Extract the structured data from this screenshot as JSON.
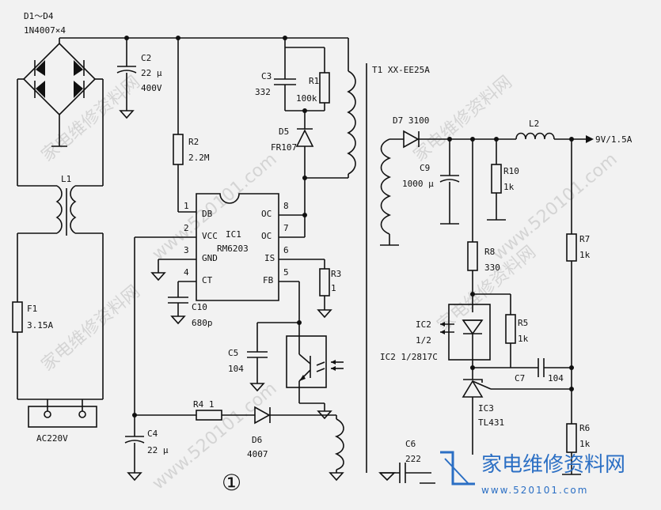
{
  "labels": {
    "diodes": "D1～D4",
    "diodes_part": "1N4007×4",
    "c2": "C2",
    "c2_val": "22 μ",
    "c2_volt": "400V",
    "c3": "C3",
    "c3_val": "332",
    "r1": "R1",
    "r1_val": "100k",
    "d5": "D5",
    "d5_part": "FR107",
    "transformer": "T1  XX-EE25A",
    "d7": "D7  3100",
    "l2": "L2",
    "output": "9V/1.5A",
    "c9": "C9",
    "c9_val": "1000 μ",
    "r10": "R10",
    "r10_val": "1k",
    "r2": "R2",
    "r2_val": "2.2M",
    "l1": "L1",
    "ic1": "IC1",
    "ic1_part": "RM6203",
    "pin1": "1",
    "pin2": "2",
    "pin3": "3",
    "pin4": "4",
    "pin5": "5",
    "pin6": "6",
    "pin7": "7",
    "pin8": "8",
    "pin_db": "DB",
    "pin_vcc": "VCC",
    "pin_gnd": "GND",
    "pin_ct": "CT",
    "pin_oc8": "OC",
    "pin_oc7": "OC",
    "pin_is": "IS",
    "pin_fb": "FB",
    "r3": "R3",
    "r3_val": "1",
    "c10": "C10",
    "c10_val": "680p",
    "r8": "R8",
    "r8_val": "330",
    "r7": "R7",
    "r7_val": "1k",
    "f1": "F1",
    "f1_val": "3.15A",
    "ic2": "IC2",
    "ic2_half": "1/2",
    "r5": "R5",
    "r5_val": "1k",
    "ic2_part": "IC2 1/2817C",
    "c5": "C5",
    "c5_val": "104",
    "c7": "C7",
    "c7_val": "104",
    "ic3": "IC3",
    "ic3_part": "TL431",
    "r4": "R4  1",
    "d6": "D6",
    "d6_part": "4007",
    "ac": "AC220V",
    "c4": "C4",
    "c4_val": "22 μ",
    "r6": "R6",
    "r6_val": "1k",
    "c6": "C6",
    "c6_val": "222",
    "figure_no": "①"
  },
  "watermark": {
    "text": "家电维修资料网",
    "url": "www.520101.com"
  },
  "logo": {
    "cn": "家电维修资料网",
    "url": "www.520101.com",
    "color": "#2b6fc4"
  }
}
